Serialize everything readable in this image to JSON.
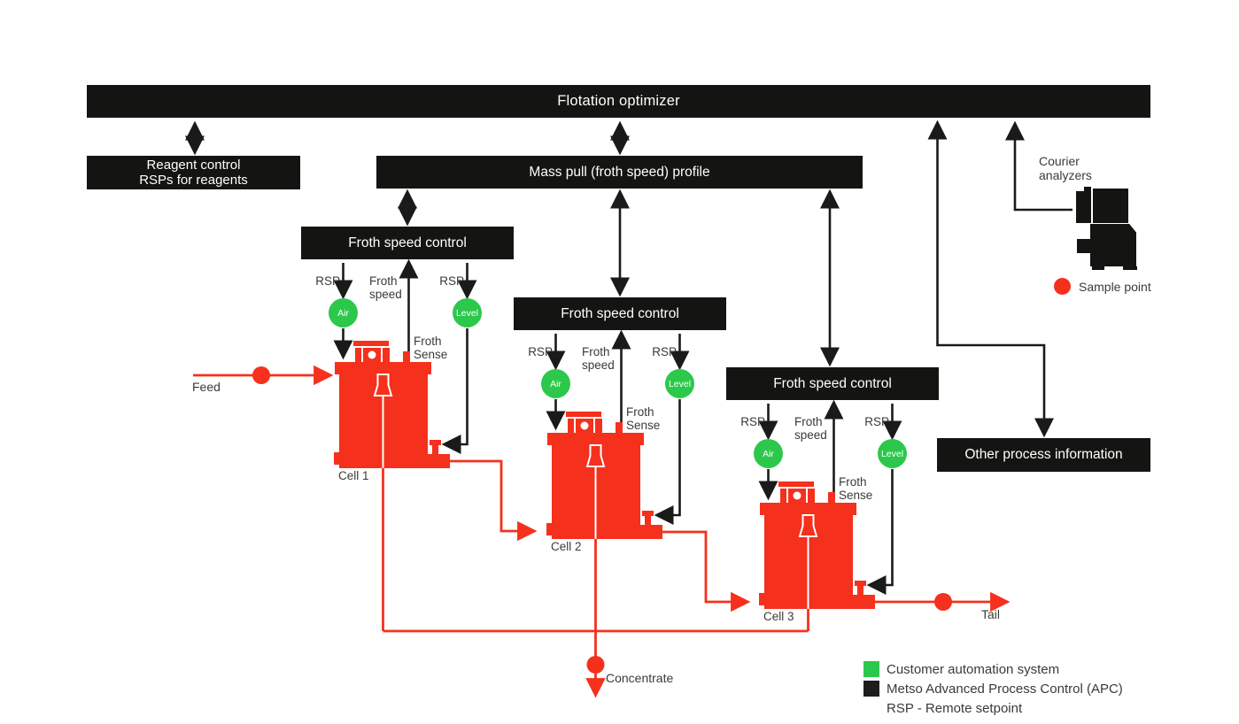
{
  "colors": {
    "process_red": "#f5301d",
    "automation_green": "#2bc84b",
    "apc_black": "#141412",
    "label_gray": "#3a3a38",
    "background": "#ffffff"
  },
  "top_bar": {
    "label": "Flotation optimizer"
  },
  "reagent_box": {
    "line1": "Reagent control",
    "line2": "RSPs for reagents"
  },
  "masspull_box": {
    "label": "Mass pull (froth speed) profile"
  },
  "otherinfo_box": {
    "label": "Other process information"
  },
  "courier": {
    "label_line1": "Courier",
    "label_line2": "analyzers"
  },
  "sample_point": {
    "label": "Sample point"
  },
  "streams": {
    "feed": "Feed",
    "tail": "Tail",
    "concentrate": "Concentrate"
  },
  "groups": [
    {
      "controller_label": "Froth speed control",
      "air_rsp_label": "RSP",
      "level_rsp_label": "RSP",
      "froth_speed_line1": "Froth",
      "froth_speed_line2": "speed",
      "air_tag": "Air",
      "level_tag": "Level",
      "froth_sense_line1": "Froth",
      "froth_sense_line2": "Sense",
      "cell_label": "Cell 1"
    },
    {
      "controller_label": "Froth speed control",
      "air_rsp_label": "RSP",
      "level_rsp_label": "RSP",
      "froth_speed_line1": "Froth",
      "froth_speed_line2": "speed",
      "air_tag": "Air",
      "level_tag": "Level",
      "froth_sense_line1": "Froth",
      "froth_sense_line2": "Sense",
      "cell_label": "Cell 2"
    },
    {
      "controller_label": "Froth speed control",
      "air_rsp_label": "RSP",
      "level_rsp_label": "RSP",
      "froth_speed_line1": "Froth",
      "froth_speed_line2": "speed",
      "air_tag": "Air",
      "level_tag": "Level",
      "froth_sense_line1": "Froth",
      "froth_sense_line2": "Sense",
      "cell_label": "Cell 3"
    }
  ],
  "legend": {
    "items": [
      {
        "swatch_color": "#2bc84b",
        "label": "Customer automation system"
      },
      {
        "swatch_color": "#1d1d1b",
        "label": "Metso Advanced Process Control (APC)"
      },
      {
        "swatch_color": null,
        "label": "RSP - Remote setpoint"
      }
    ]
  }
}
